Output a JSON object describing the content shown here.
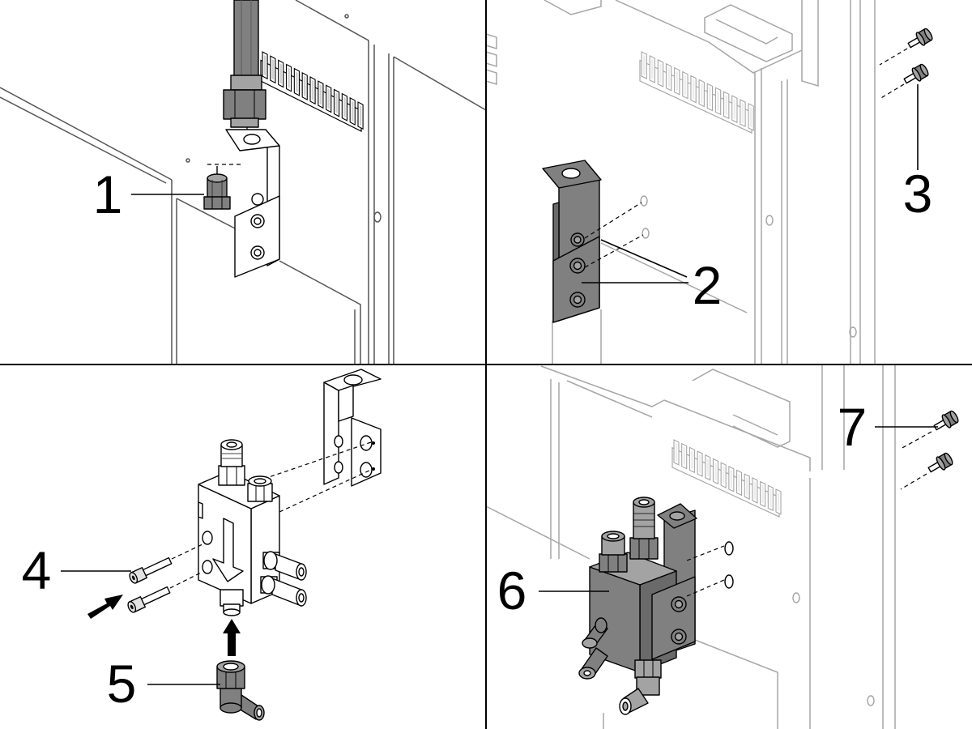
{
  "colors": {
    "part_fill": "#808080",
    "ghost_stroke": "#a6a6a6",
    "ink": "#000000",
    "background": "#ffffff"
  },
  "panels": [
    {
      "callouts": [
        {
          "label": "1"
        }
      ]
    },
    {
      "callouts": [
        {
          "label": "2"
        },
        {
          "label": "3"
        }
      ]
    },
    {
      "callouts": [
        {
          "label": "4"
        },
        {
          "label": "5"
        }
      ]
    },
    {
      "callouts": [
        {
          "label": "6"
        },
        {
          "label": "7"
        }
      ]
    }
  ]
}
